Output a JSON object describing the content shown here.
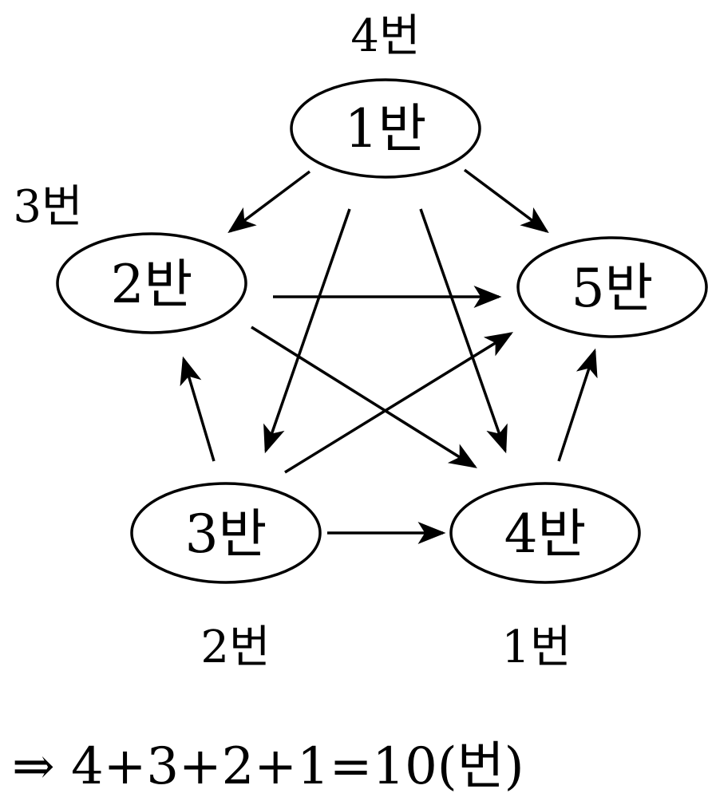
{
  "nodes": [
    {
      "id": "n1",
      "label": "1반",
      "count": "4번"
    },
    {
      "id": "n2",
      "label": "2반",
      "count": "3번"
    },
    {
      "id": "n3",
      "label": "3반",
      "count": "2번"
    },
    {
      "id": "n4",
      "label": "4반",
      "count": "1번"
    },
    {
      "id": "n5",
      "label": "5반"
    }
  ],
  "edges": [
    {
      "from": "1반",
      "to": "2반"
    },
    {
      "from": "1반",
      "to": "5반"
    },
    {
      "from": "1반",
      "to": "3반"
    },
    {
      "from": "1반",
      "to": "4반"
    },
    {
      "from": "2반",
      "to": "5반"
    },
    {
      "from": "2반",
      "to": "4반"
    },
    {
      "from": "3반",
      "to": "2반"
    },
    {
      "from": "3반",
      "to": "5반"
    },
    {
      "from": "3반",
      "to": "4반"
    },
    {
      "from": "4반",
      "to": "5반"
    }
  ],
  "equation": "⇒ 4+3+2+1=10(번)"
}
